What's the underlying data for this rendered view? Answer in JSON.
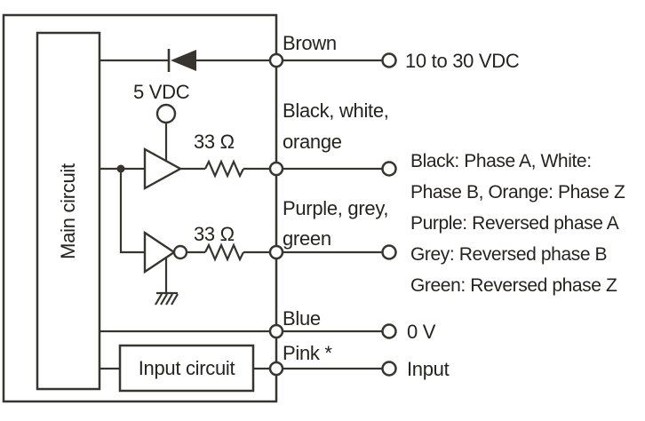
{
  "blocks": {
    "main_circuit": "Main circuit",
    "input_circuit": "Input circuit"
  },
  "components": {
    "supply_label": "5 VDC",
    "resistor_top": "33 Ω",
    "resistor_bottom": "33 Ω"
  },
  "wire_labels": {
    "brown": "Brown",
    "signal_line1": "Black, white,",
    "signal_line2": "orange",
    "reversed_line1": "Purple, grey,",
    "reversed_line2": "green",
    "blue": "Blue",
    "pink": "Pink *"
  },
  "terminal_labels": {
    "power": "10 to 30 VDC",
    "signal_line1": "Black: Phase A, White:",
    "signal_line2": "Phase B, Orange: Phase Z",
    "reversed_line1": "Purple: Reversed phase A",
    "reversed_line2": "Grey: Reversed phase B",
    "reversed_line3": "Green: Reversed phase Z",
    "zero_volt": "0 V",
    "input": "Input"
  },
  "colors": {
    "line": "#38342f",
    "text": "#26231e",
    "background": "#ffffff"
  }
}
